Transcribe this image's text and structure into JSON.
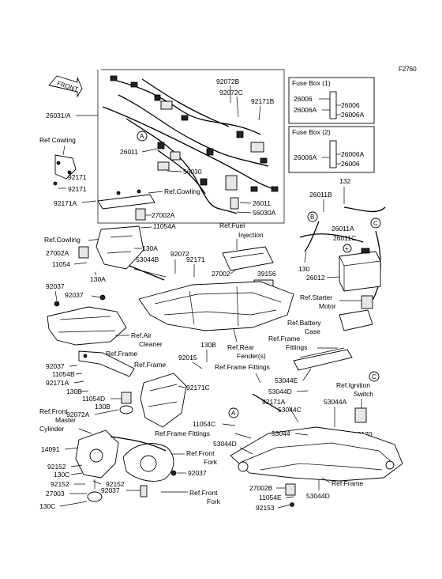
{
  "figure_code": "F2760",
  "front_arrow": "FRONT",
  "fuse_box_1": {
    "title": "Fuse Box (1)",
    "left": [
      "26006",
      "26006A"
    ],
    "right": [
      "26006",
      "26006A"
    ]
  },
  "fuse_box_2": {
    "title": "Fuse Box (2)",
    "left": [
      "26006A"
    ],
    "right": [
      "26006A",
      "26006"
    ]
  },
  "callouts": {
    "A": "A",
    "B": "B",
    "C": "C"
  },
  "labels": {
    "p92072B": "92072B",
    "p92072C": "92072C",
    "p92171B": "92171B",
    "p26031A": "26031/A",
    "p26011": "26011",
    "p56030": "56030",
    "p26011b": "26011",
    "p56030A": "56030A",
    "refCowling1": "Ref.Cowling",
    "p92171a": "92171",
    "p92171b": "92171",
    "refCowling2": "Ref.Cowling",
    "p92171A": "92171A",
    "p27002A": "27002A",
    "p11054A": "11054A",
    "refCowling3": "Ref.Cowling",
    "p27002A2": "27002A",
    "p11054": "11054",
    "p130A": "130A",
    "p53044B": "53044B",
    "p130A2": "130A",
    "p92072": "92072",
    "p92171c": "92171",
    "refFuel1": "Ref.Fuel",
    "refFuel2": "Injection",
    "p27002": "27002",
    "p39156": "39156",
    "p132": "132",
    "p26011B": "26011B",
    "p26011A": "26011A",
    "p26011C": "26011C",
    "p130": "130",
    "p26012": "26012",
    "refStarter1": "Ref.Starter",
    "refStarter2": "Motor",
    "refBattery1": "Ref.Battery",
    "refBattery2": "Case",
    "p92037a": "92037",
    "p92037b": "92037",
    "refAir1": "Ref.Air",
    "refAir2": "Cleaner",
    "refRear1": "Ref.Rear",
    "refRear2": "Fender(s)",
    "refFrame1": "Ref.Frame",
    "refFrameFittings1a": "Ref.Frame",
    "refFrameFittings1b": "Fittings",
    "p130B": "130B",
    "p92015": "92015",
    "refFrame2": "Ref.Frame",
    "refFrameFittings2": "Ref.Frame Fittings",
    "p92037c": "92037",
    "p11054B": "11054B",
    "p92171A2": "92171A",
    "p130B2": "130B",
    "p11054D": "11054D",
    "p130B3": "130B",
    "p92072A": "92072A",
    "p92171C": "92171C",
    "p53044E": "53044E",
    "p53044D": "53044D",
    "p92171A3": "92171A",
    "p53044C": "53044C",
    "p53044A": "53044A",
    "refIgn1": "Ref.Ignition",
    "refIgn2": "Switch",
    "refFrontMaster1": "Ref.Front",
    "refFrontMaster2": "Master",
    "refFrontMaster3": "Cylinder",
    "p14091": "14091",
    "p11054C": "11054C",
    "refFrameFittings3": "Ref.Frame Fittings",
    "p53044": "53044",
    "p92170": "92170",
    "p53044D2": "53044D",
    "refFrontFork1": "Ref.Front",
    "refFrontFork1b": "Fork",
    "p92152a": "92152",
    "p130C": "130C",
    "p92152b": "92152",
    "p92152c": "92152",
    "p27003": "27003",
    "p92037d": "92037",
    "p92037e": "92037",
    "refFrontFork2": "Ref.Front",
    "refFrontFork2b": "Fork",
    "p27002B": "27002B",
    "p11054E": "11054E",
    "refFrame3": "Ref.Frame",
    "p53044D3": "53044D",
    "p92153": "92153",
    "p130C2": "130C"
  }
}
